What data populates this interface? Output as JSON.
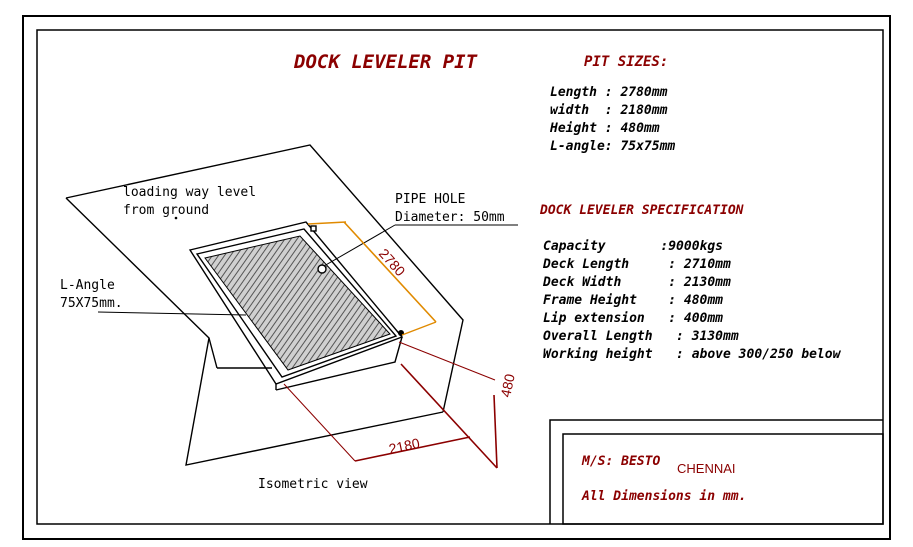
{
  "title": "DOCK LEVELER PIT",
  "pit_sizes": {
    "heading": "PIT SIZES:",
    "lines": [
      "Length : 2780mm",
      "width  : 2180mm",
      "Height : 480mm",
      "L-angle: 75x75mm"
    ]
  },
  "specification": {
    "heading": "DOCK LEVELER SPECIFICATION",
    "lines": [
      "Capacity       :9000kgs",
      "Deck Length     : 2710mm",
      "Deck Width      : 2130mm",
      "Frame Height    : 480mm",
      "Lip extension   : 400mm",
      "Overall Length   : 3130mm",
      "Working height   : above 300/250 below"
    ]
  },
  "labels": {
    "loading_way_1": "loading way level",
    "loading_way_2": "from ground",
    "pipe_hole_1": "PIPE HOLE",
    "pipe_hole_2": "Diameter: 50mm",
    "l_angle_1": "L-Angle",
    "l_angle_2": "75X75mm.",
    "view": "Isometric view"
  },
  "dimensions": {
    "length": "2780",
    "width": "2180",
    "height": "480"
  },
  "title_block": {
    "company": "M/S: BESTO",
    "city": "CHENNAI",
    "note": "All Dimensions in mm."
  },
  "colors": {
    "accent": "#8b0000",
    "dimension_line": "#8b0000",
    "length_line": "#e08a00",
    "ink": "#000000"
  }
}
